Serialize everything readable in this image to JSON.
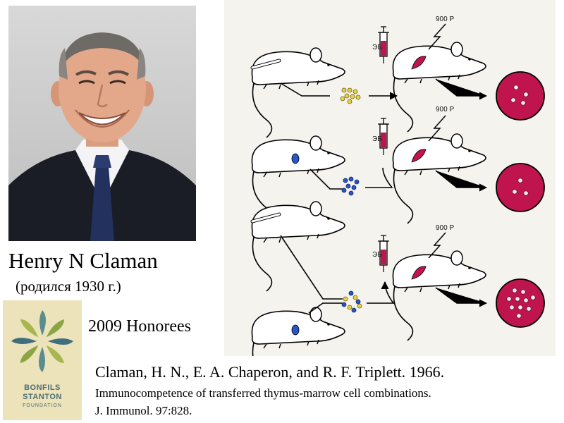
{
  "person": {
    "name": "Henry N Claman",
    "born": "(родился 1930 г.)"
  },
  "foundation": {
    "line1": "BONFILS",
    "line2": "STANTON",
    "line3": "FOUNDATION",
    "honorees": "2009 Honorees"
  },
  "citation": {
    "authors": "Claman, H. N., E. A. Chaperon, and R. F. Triplett. 1966.",
    "title": "Immunocompetence  of transferred thymus-marrow  cell combinations.",
    "journal": "J. Immunol.  97:828."
  },
  "diagram": {
    "dose_label": "900 P",
    "syringe_label": "ЭБ",
    "rows": [
      {
        "colony_count": 4
      },
      {
        "colony_count": 3
      },
      {
        "colony_count": 10
      }
    ]
  },
  "colors": {
    "plate_fill": "#c0144f",
    "spleen": "#c0144f",
    "thymus_cells": "#e6d24a",
    "marrow_cells": "#2a56c8"
  }
}
